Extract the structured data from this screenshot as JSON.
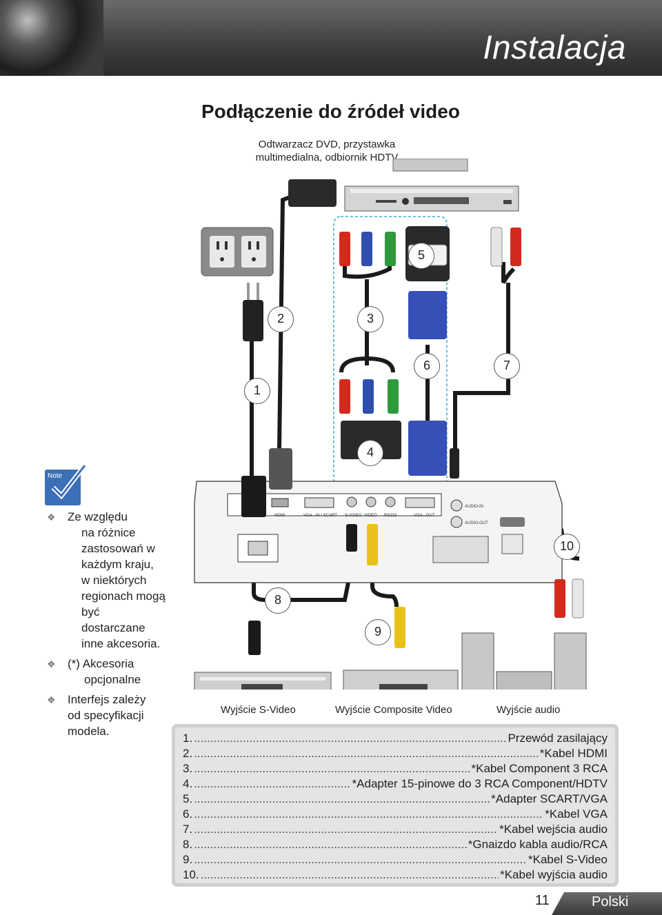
{
  "header": {
    "title": "Instalacja"
  },
  "page_title": "Podłączenie do źródeł video",
  "dvd_caption_line1": "Odtwarzacz DVD, przystawka",
  "dvd_caption_line2": "multimedialna, odbiornik HDTV",
  "note": {
    "icon_label": "Note",
    "items": [
      {
        "first": "Ze względu",
        "rest": [
          "na różnice",
          "zastosowań w",
          "każdym kraju,",
          "w niektórych",
          "regionach mogą",
          "być dostarczane",
          "inne akcesoria."
        ]
      },
      {
        "first": "(*) Akcesoria",
        "rest": [
          "opcjonalne"
        ]
      },
      {
        "first": "Interfejs zależy",
        "rest": [
          "od specyfikacji",
          "modela."
        ]
      }
    ]
  },
  "ports": {
    "hdmi": "HDMI",
    "vga_in": "VGA - IN / SCART",
    "svideo": "S-VIDEO",
    "video": "VIDEO",
    "rs232": "RS232",
    "vga_out": "VGA - OUT",
    "audio_in": "AUDIO-IN",
    "audio_out": "AUDIO-OUT"
  },
  "badges": [
    "1",
    "2",
    "3",
    "4",
    "5",
    "6",
    "7",
    "8",
    "9",
    "10"
  ],
  "source_labels": {
    "svideo_out": "Wyjście S-Video",
    "composite_out": "Wyjście Composite Video",
    "audio_out": "Wyjście audio"
  },
  "legend": [
    {
      "num": "1.",
      "text": "Przewód zasilający"
    },
    {
      "num": "2.",
      "text": "*Kabel HDMI"
    },
    {
      "num": "3.",
      "text": "*Kabel Component 3 RCA"
    },
    {
      "num": "4.",
      "text": "*Adapter 15-pinowe do 3 RCA Component/HDTV"
    },
    {
      "num": "5.",
      "text": "*Adapter SCART/VGA"
    },
    {
      "num": "6.",
      "text": "*Kabel VGA"
    },
    {
      "num": "7.",
      "text": "*Kabel wejścia audio"
    },
    {
      "num": "8.",
      "text": "*Gnaizdo kabla audio/RCA"
    },
    {
      "num": "9.",
      "text": "*Kabel S-Video"
    },
    {
      "num": "10.",
      "text": "*Kabel wyjścia audio"
    }
  ],
  "footer": {
    "page_number": "11",
    "language": "Polski"
  },
  "colors": {
    "cable_red": "#d42a1e",
    "cable_blue": "#2f4fb0",
    "cable_green": "#2f9a3c",
    "cable_yellow": "#e8c21a",
    "cable_white": "#e6e6e6",
    "vga_blue": "#3650b8",
    "dashed_box": "#3aa9d8"
  }
}
